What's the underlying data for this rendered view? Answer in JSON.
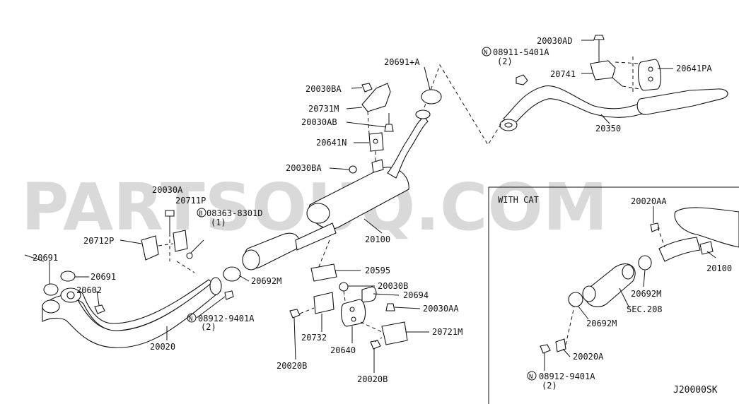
{
  "watermark": "PARTSOUQ.COM",
  "diagram_code": "J20000SK",
  "inset_title": "WITH CAT",
  "labels": {
    "l20030AD": "20030AD",
    "l08911": "08911-5401A",
    "l08911q": "(2)",
    "l20741": "20741",
    "l20641PA": "20641PA",
    "l20350": "20350",
    "l20691A": "20691+A",
    "l20030BA_1": "20030BA",
    "l20731M": "20731M",
    "l20030AB": "20030AB",
    "l20641N": "20641N",
    "l20030BA_2": "20030BA",
    "l20100": "20100",
    "l20030A": "20030A",
    "l20711P": "20711P",
    "l08363": "08363-8301D",
    "l08363q": "(1)",
    "l20712P": "20712P",
    "l20691_1": "20691",
    "l20691_2": "20691",
    "l20602": "20602",
    "l20692M": "20692M",
    "l08912": "08912-9401A",
    "l08912q": "(2)",
    "l20020": "20020",
    "l20595": "20595",
    "l20030B": "20030B",
    "l20694": "20694",
    "l20030AA": "20030AA",
    "l20721M": "20721M",
    "l20732": "20732",
    "l20640": "20640",
    "l20020B_1": "20020B",
    "l20020B_2": "20020B",
    "i20020AA": "20020AA",
    "i20100": "20100",
    "i20692M_1": "20692M",
    "iSEC208": "SEC.208",
    "i20692M_2": "20692M",
    "i20020A": "20020A",
    "i08912": "08912-9401A",
    "i08912q": "(2)"
  },
  "symbols": {
    "nut_mark": "N",
    "bolt_mark": "B"
  }
}
